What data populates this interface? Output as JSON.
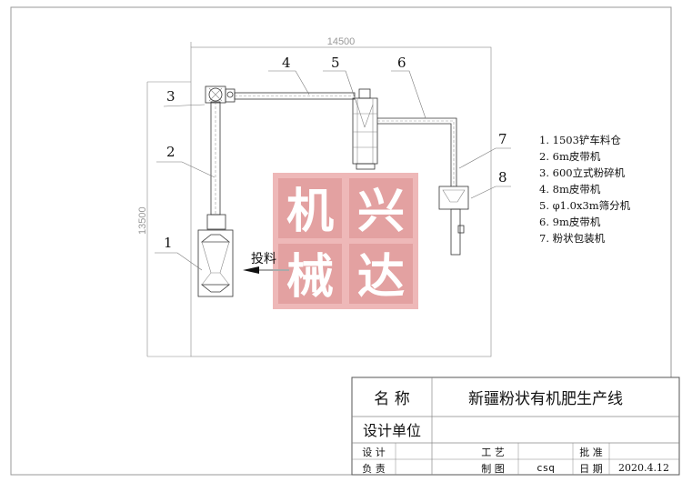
{
  "dimensions": {
    "width": "14500",
    "height": "13500"
  },
  "feed_label": "投料",
  "callouts": [
    "1",
    "2",
    "3",
    "4",
    "5",
    "6",
    "7",
    "8"
  ],
  "legend": [
    "1. 1503铲车料仓",
    "2. 6m皮带机",
    "3. 600立式粉碎机",
    "4. 8m皮带机",
    "5. φ1.0x3m筛分机",
    "6. 9m皮带机",
    "7. 粉状包装机"
  ],
  "stamp": {
    "chars": [
      "机",
      "兴",
      "械",
      "达"
    ],
    "color": "#e8a0a0"
  },
  "title_block": {
    "name_label": "名 称",
    "name_value": "新疆粉状有机肥生产线",
    "unit_label": "设计单位",
    "unit_value": "",
    "design_label": "设 计",
    "responsible_label": "负 责",
    "process_label": "工 艺",
    "drawing_label": "制 图",
    "drawing_value": "csq",
    "approve_label": "批 准",
    "date_label": "日 期",
    "date_value": "2020.4.12"
  }
}
